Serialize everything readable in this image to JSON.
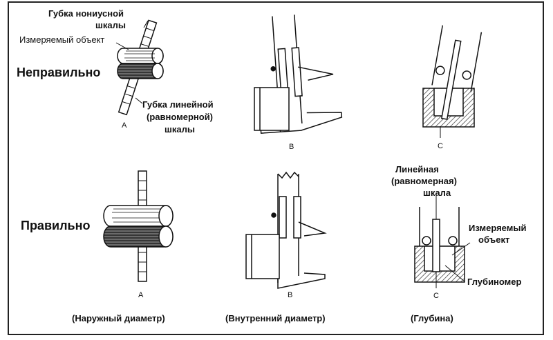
{
  "rows": {
    "wrong": "Неправильно",
    "correct": "Правильно"
  },
  "labels": {
    "vernier_jaw_line1": "Губка нониусной",
    "vernier_jaw_line2": "шкалы",
    "measured_object_top": "Измеряемый объект",
    "main_jaw_line1": "Губка линейной",
    "main_jaw_line2": "(равномерной)",
    "main_jaw_line3": "шкалы",
    "linear_scale_line1": "Линейная",
    "linear_scale_line2": "(равномерная)",
    "linear_scale_line3": "шкала",
    "measured_object_right_line1": "Измеряемый",
    "measured_object_right_line2": "объект",
    "depth_gauge": "Глубиномер"
  },
  "letters": {
    "a_top": "A",
    "b_top": "B",
    "c_top": "C",
    "a_bottom": "A",
    "b_bottom": "B",
    "c_bottom": "C"
  },
  "captions": {
    "outer": "(Наружный диаметр)",
    "inner": "(Внутренний диаметр)",
    "depth": "(Глубина)"
  },
  "colors": {
    "ink": "#111111",
    "hatch": "#333333"
  }
}
